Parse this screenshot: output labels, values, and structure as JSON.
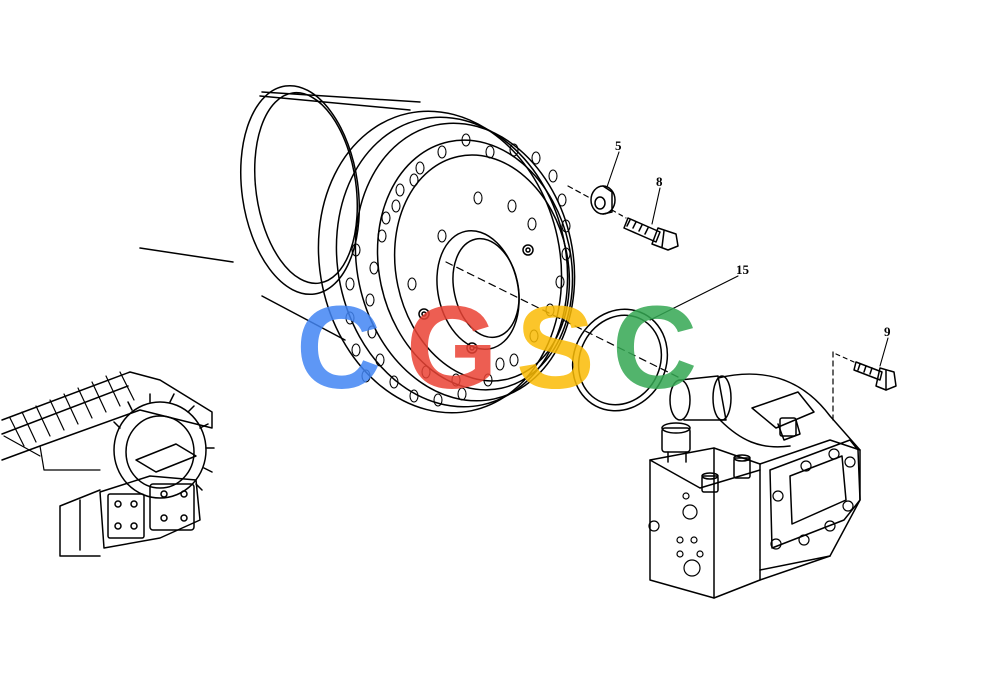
{
  "callouts": [
    {
      "id": "c5",
      "text": "5"
    },
    {
      "id": "c8",
      "text": "8"
    },
    {
      "id": "c15",
      "text": "15"
    },
    {
      "id": "c9",
      "text": "9"
    }
  ],
  "watermark": {
    "letters": [
      "C",
      "G",
      "S",
      "C"
    ],
    "colors": [
      "#4285f4",
      "#ea4335",
      "#fbbc05",
      "#34a853"
    ]
  }
}
